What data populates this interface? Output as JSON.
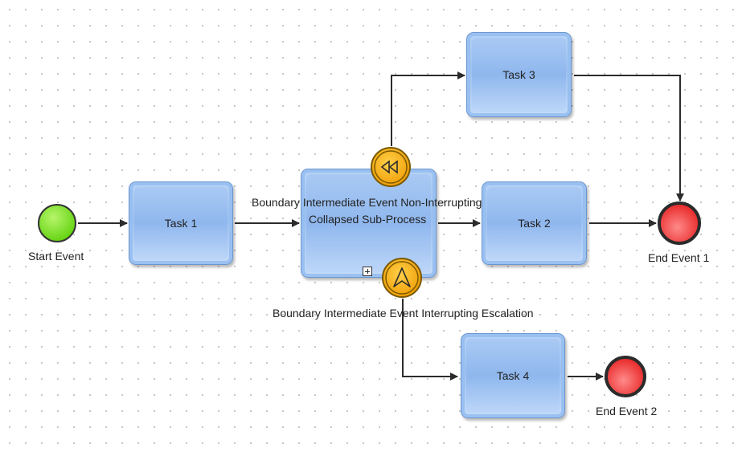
{
  "diagram": {
    "start_event": {
      "label": "Start Event",
      "color": "#66dd11"
    },
    "task1": {
      "label": "Task 1"
    },
    "subprocess": {
      "label_line1": "Boundary Intermediate Event Non-Interrupting",
      "label_line2": "Collapsed  Sub-Process"
    },
    "task2": {
      "label": "Task 2"
    },
    "task3": {
      "label": "Task 3"
    },
    "task4": {
      "label": "Task 4"
    },
    "boundary_escalation": {
      "label": "Boundary Intermediate Event Interrupting Escalation",
      "color": "#f5a400"
    },
    "boundary_compensation": {
      "color": "#f5a400"
    },
    "end_event_1": {
      "label": "End Event 1",
      "color": "#ee2a2a"
    },
    "end_event_2": {
      "label": "End Event 2",
      "color": "#ee2a2a"
    },
    "icons": [
      "compensation-icon",
      "escalation-icon",
      "subprocess-collapse-marker"
    ]
  }
}
